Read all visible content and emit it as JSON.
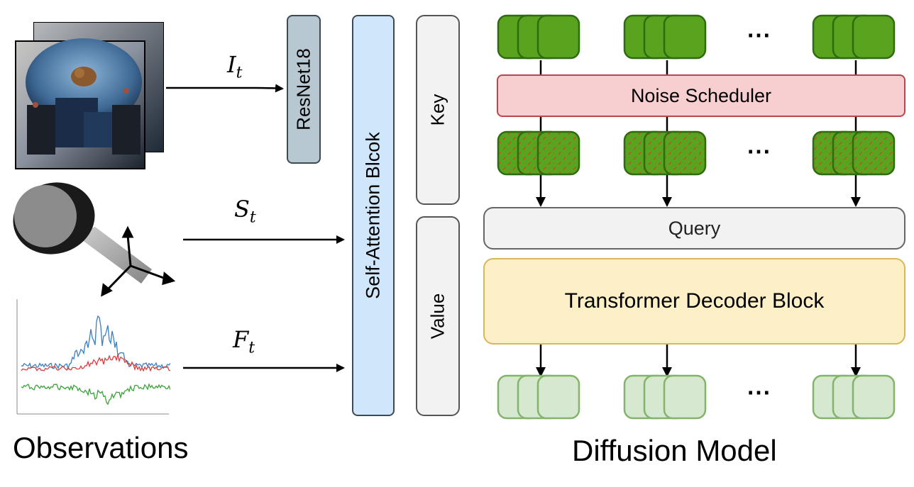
{
  "labels": {
    "resnet": "ResNet18",
    "self_attention": "Self-Attention Blcok",
    "key": "Key",
    "value": "Value",
    "noise_scheduler": "Noise Scheduler",
    "query": "Query",
    "transformer_decoder": "Transformer Decoder Block",
    "observations": "Observations",
    "diffusion_model": "Diffusion Model",
    "ellipsis": "⋯"
  },
  "inputs": [
    {
      "symbol": "I",
      "subscript": "t"
    },
    {
      "symbol": "S",
      "subscript": "t"
    },
    {
      "symbol": "F",
      "subscript": "t"
    }
  ],
  "colors": {
    "resnet_fill": "#b7c8d3",
    "attention_fill": "#cfe6fb",
    "kv_fill": "#f2f2f2",
    "noise_fill": "#f7cfd1",
    "noise_border": "#b8474c",
    "query_fill": "#f2f2f2",
    "decoder_fill": "#fdf0c6",
    "decoder_border": "#d9b85b",
    "token_clean": "#5aa31f",
    "token_clean_border": "#2f6b0f",
    "token_output": "#d6e8d0",
    "token_output_border": "#84b36a",
    "noise_stripe": "#e0302c",
    "force_x": "#3b7fc4",
    "force_y": "#e33b3b",
    "force_z": "#3ba23b"
  }
}
